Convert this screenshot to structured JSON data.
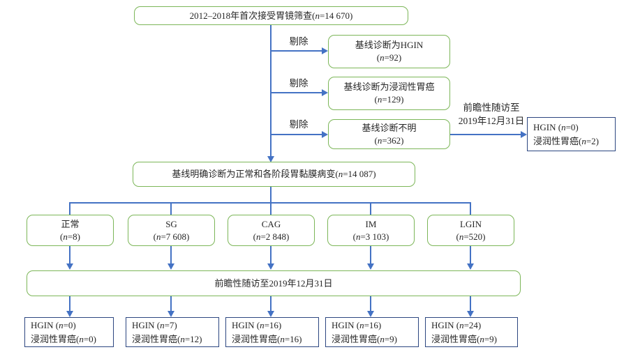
{
  "colors": {
    "box_green": "#7cb658",
    "line_blue": "#4472c4",
    "box_navy": "#2c4680",
    "text": "#262626"
  },
  "screening_box": {
    "text": "2012–2018年首次接受胃镜筛查(n=14 670)"
  },
  "exclusion": {
    "arrow_label": "剔除",
    "boxes": [
      {
        "line1": "基线诊断为HGIN",
        "line2": "(n=92)"
      },
      {
        "line1": "基线诊断为浸润性胃癌",
        "line2": "(n=129)"
      },
      {
        "line1": "基线诊断不明",
        "line2": "(n=362)"
      }
    ]
  },
  "excluded_followup": {
    "label_line1": "前瞻性随访至",
    "label_line2": "2019年12月31日",
    "outcome_box": {
      "line1": "HGIN (n=0)",
      "line2": "浸润性胃癌(n=2)"
    }
  },
  "baseline_box": {
    "text": "基线明确诊断为正常和各阶段胃黏膜病变(n=14 087)"
  },
  "group_boxes": [
    {
      "line1": "正常",
      "line2": "(n=8)"
    },
    {
      "line1": "SG",
      "line2": "(n=7 608)"
    },
    {
      "line1": "CAG",
      "line2": "(n=2 848)"
    },
    {
      "line1": "IM",
      "line2": "(n=3 103)"
    },
    {
      "line1": "LGIN",
      "line2": "(n=520)"
    }
  ],
  "followup_box": {
    "text": "前瞻性随访至2019年12月31日"
  },
  "outcome_boxes": [
    {
      "line1": "HGIN (n=0)",
      "line2": "浸润性胃癌(n=0)"
    },
    {
      "line1": "HGIN (n=7)",
      "line2": "浸润性胃癌(n=12)"
    },
    {
      "line1": "HGIN (n=16)",
      "line2": "浸润性胃癌(n=16)"
    },
    {
      "line1": "HGIN (n=16)",
      "line2": "浸润性胃癌(n=9)"
    },
    {
      "line1": "HGIN (n=24)",
      "line2": "浸润性胃癌(n=9)"
    }
  ]
}
